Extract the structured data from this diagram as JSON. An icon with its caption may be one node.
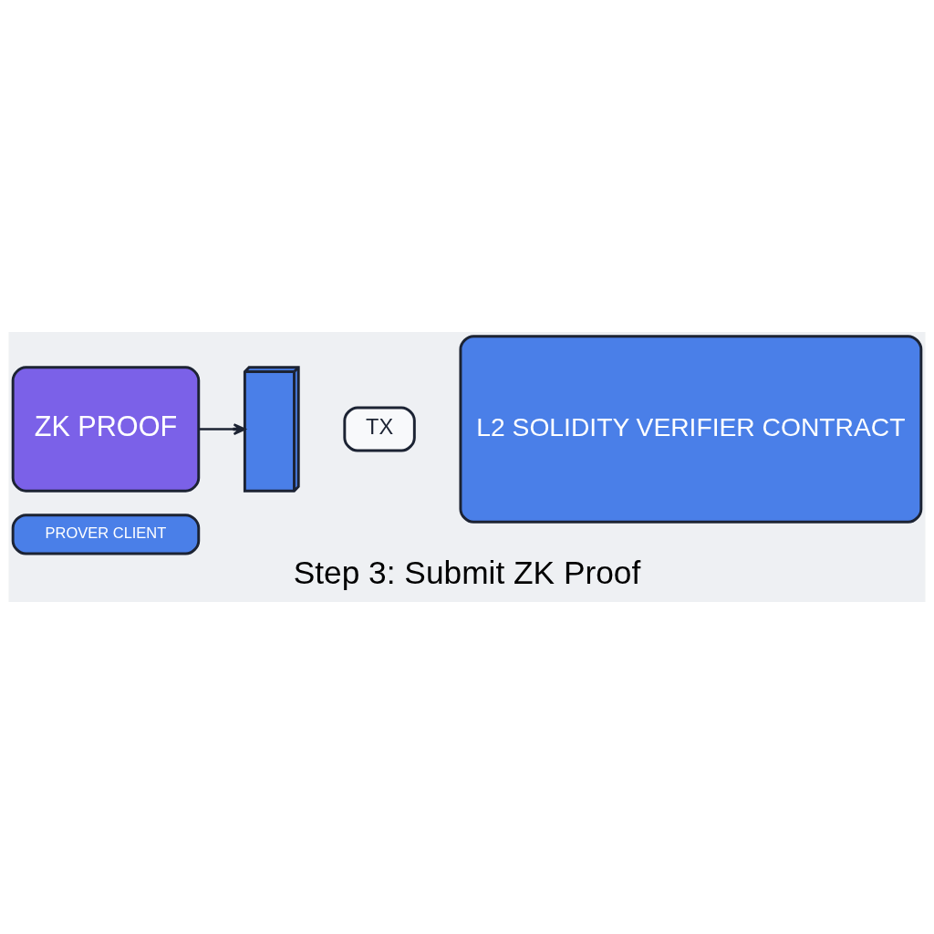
{
  "diagram": {
    "caption": "Step 3: Submit ZK Proof",
    "nodes": [
      {
        "text": [
          "ZK PROOF"
        ]
      },
      {
        "text": [
          "PROVER CLIENT"
        ]
      },
      {
        "text": [],
        "shape": "picture"
      },
      {
        "text": [
          "TX"
        ]
      },
      {
        "text": [
          "L2 SOLIDITY VERIFIER CONTRACT"
        ]
      }
    ],
    "edges": [
      {
        "from": 0,
        "to": 2,
        "arrow": "to"
      }
    ]
  }
}
